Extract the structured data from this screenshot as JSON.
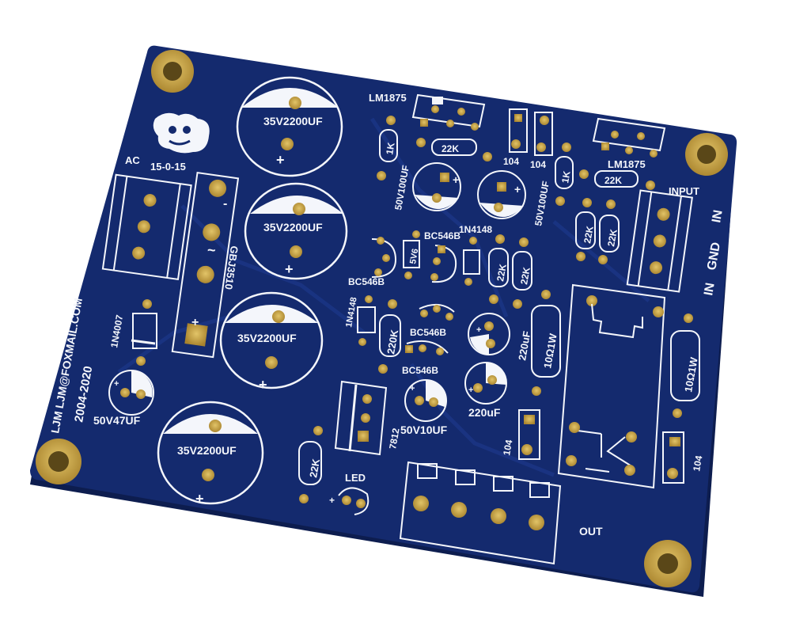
{
  "board": {
    "substrate_color": "#142a6e",
    "soldermask_edge_color": "#0d1d4f",
    "silkscreen_color": "#f4f6fb",
    "pad_color": "#c9a54a"
  },
  "labels": {
    "ac": "AC",
    "ac_voltage": "15-0-15",
    "cap_big": "35V2200UF",
    "plus": "+",
    "minus": "-",
    "bridge": "GBJ3510",
    "lm1875_left": "LM1875",
    "lm1875_right": "LM1875",
    "r22k": "22K",
    "r1k": "1K",
    "cap104": "104",
    "cap_50v100uf": "50V100UF",
    "input": "INPUT",
    "in": "IN",
    "gnd": "GND",
    "bc546b": "BC546B",
    "zener": "5V6",
    "d1n4148": "1N4148",
    "d1n4007": "1N4007",
    "r220k": "220K",
    "cap_220uf": "220uF",
    "res_1w": "10Ω1W",
    "cap_50v47uf": "50V47UF",
    "cap_50v10uf": "50V10UF",
    "reg7812": "7812",
    "led": "LED",
    "out": "OUT",
    "email": "LJM LJM@FOXMAIL.COM",
    "years": "2004-2020"
  }
}
